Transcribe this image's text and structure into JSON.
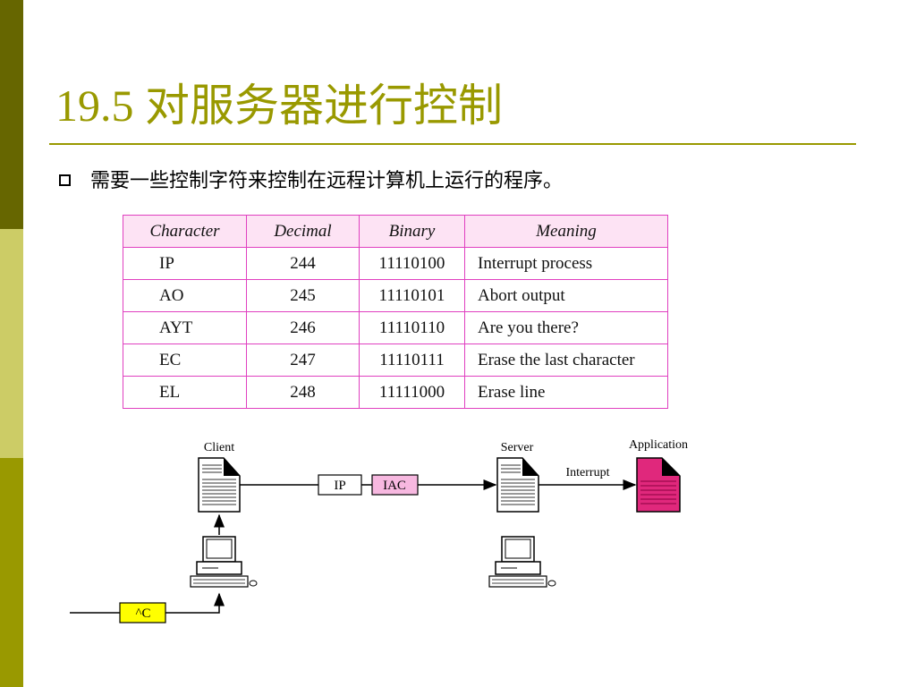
{
  "slide": {
    "title": "19.5 对服务器进行控制",
    "bullet": "需要一些控制字符来控制在远程计算机上运行的程序。"
  },
  "table": {
    "headers": [
      "Character",
      "Decimal",
      "Binary",
      "Meaning"
    ],
    "rows": [
      [
        "IP",
        "244",
        "11110100",
        "Interrupt process"
      ],
      [
        "AO",
        "245",
        "11110101",
        "Abort output"
      ],
      [
        "AYT",
        "246",
        "11110110",
        "Are you there?"
      ],
      [
        "EC",
        "247",
        "11110111",
        "Erase the last character"
      ],
      [
        "EL",
        "248",
        "11111000",
        "Erase line"
      ]
    ]
  },
  "diagram": {
    "client_label": "Client",
    "server_label": "Server",
    "application_label": "Application",
    "interrupt_label": "Interrupt",
    "ip_box": "IP",
    "iac_box": "IAC",
    "ctrl_c_box": "^C",
    "colors": {
      "iac_fill": "#f7b8e0",
      "ctrl_c_fill": "#ffff00",
      "app_fill": "#e0287c"
    }
  },
  "theme": {
    "accent": "#999900",
    "stripe_dark": "#666600",
    "stripe_light": "#cccc66",
    "table_border": "#e040c0",
    "table_header_bg": "#fde3f4"
  }
}
